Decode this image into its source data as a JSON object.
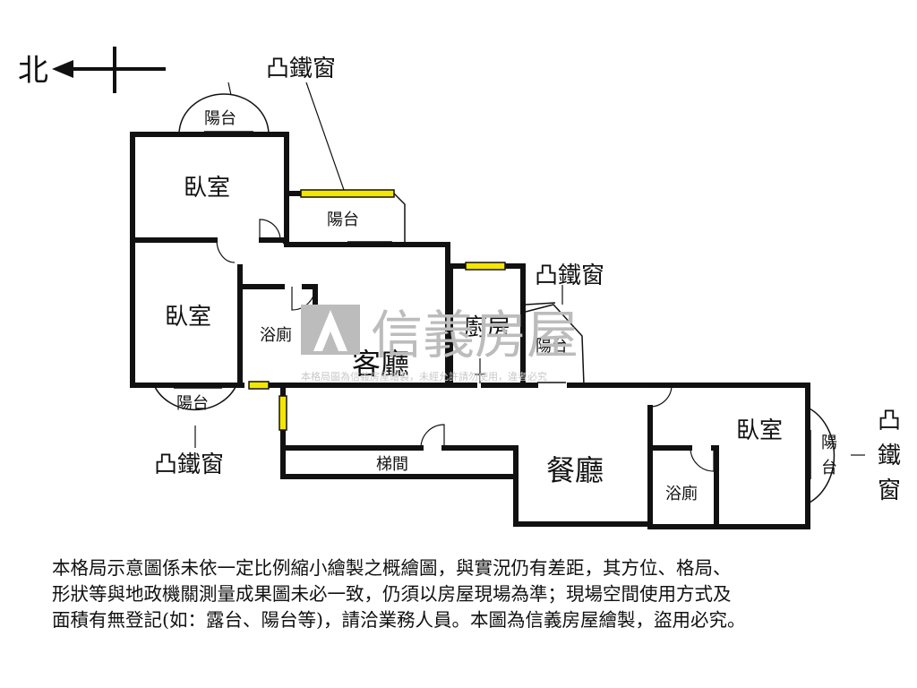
{
  "compass": {
    "direction": "北"
  },
  "callouts": {
    "top_window": "凸鐵窗",
    "kitchen_window": "凸鐵窗",
    "bottom_window": "凸鐵窗",
    "right_window_chars": [
      "凸",
      "鐵",
      "窗"
    ]
  },
  "rooms": {
    "bedroom_top": "臥室",
    "bedroom_left": "臥室",
    "bedroom_right": "臥室",
    "balcony_top": "陽台",
    "balcony_mid": "陽台",
    "balcony_bottom": "陽台",
    "balcony_kitchen": "陽台",
    "balcony_right": [
      "陽",
      "台"
    ],
    "bath_left": "浴廁",
    "bath_right": "浴廁",
    "living": "客廳",
    "kitchen": "廚房",
    "dining": "餐廳",
    "stair": "梯間"
  },
  "watermark": {
    "brand": "信義房屋",
    "note": "本格局圖為信義房屋繪製，未經允許請勿使用，違者必究"
  },
  "disclaimer": {
    "lines": [
      "本格局示意圖係未依一定比例縮小繪製之概繪圖，與實況仍有差距，其方位、格局、",
      "形狀等與地政機關測量成果圖未必一致，仍須以房屋現場為準；現場空間使用方式及",
      "面積有無登記(如：露台、陽台等)，請洽業務人員。本圖為信義房屋繪製，盜用必究。"
    ]
  },
  "colors": {
    "wall": "#111111",
    "window": "#f4e600",
    "watermark": "#bcbcbc"
  }
}
